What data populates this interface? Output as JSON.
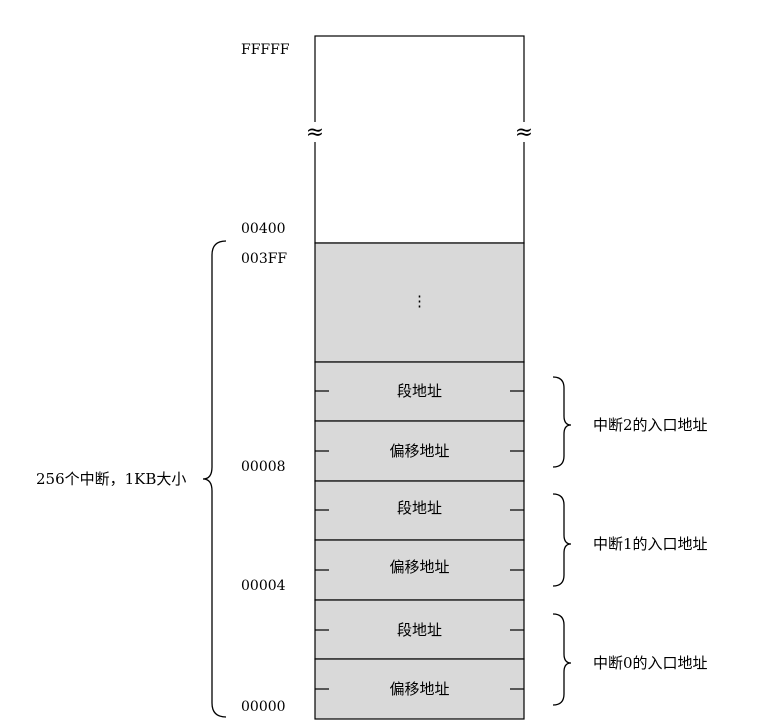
{
  "addresses": {
    "top": "FFFFF",
    "a00400": "00400",
    "a003FF": "003FF",
    "a00008": "00008",
    "a00004": "00004",
    "a00000": "00000"
  },
  "cells": {
    "ellipsis": "⋮",
    "segment": "段地址",
    "offset": "偏移地址"
  },
  "break_mark": "≈",
  "side_labels": {
    "int2": "中断2的入口地址",
    "int1": "中断1的入口地址",
    "int0": "中断0的入口地址",
    "total": "256个中断，1KB大小"
  },
  "colors": {
    "gray_fill": "#d9d9d9",
    "white_fill": "#ffffff",
    "stroke": "#000000"
  }
}
